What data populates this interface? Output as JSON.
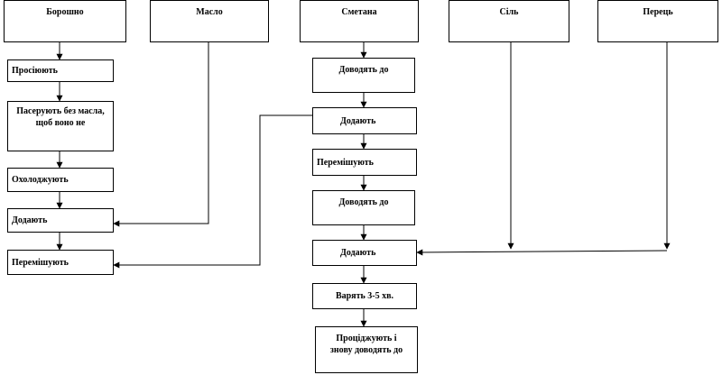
{
  "ingredients": {
    "flour": "Борошно",
    "butter": "Масло",
    "sour_cream": "Сметана",
    "salt": "Сіль",
    "pepper": "Перець"
  },
  "flour_steps": {
    "sift": "Просіюють",
    "saute": "Пасерують без масла, щоб воно не",
    "cool": "Охолоджують",
    "add": "Додають",
    "mix": "Перемішують"
  },
  "sauce_steps": {
    "boil_1": "Доводять до",
    "add_1": "Додають",
    "mix": "Перемішують",
    "boil_2": "Доводять до",
    "add_2": "Додають",
    "cook": "Варять 3-5 хв.",
    "strain": "Проціджують і знову доводять до"
  }
}
